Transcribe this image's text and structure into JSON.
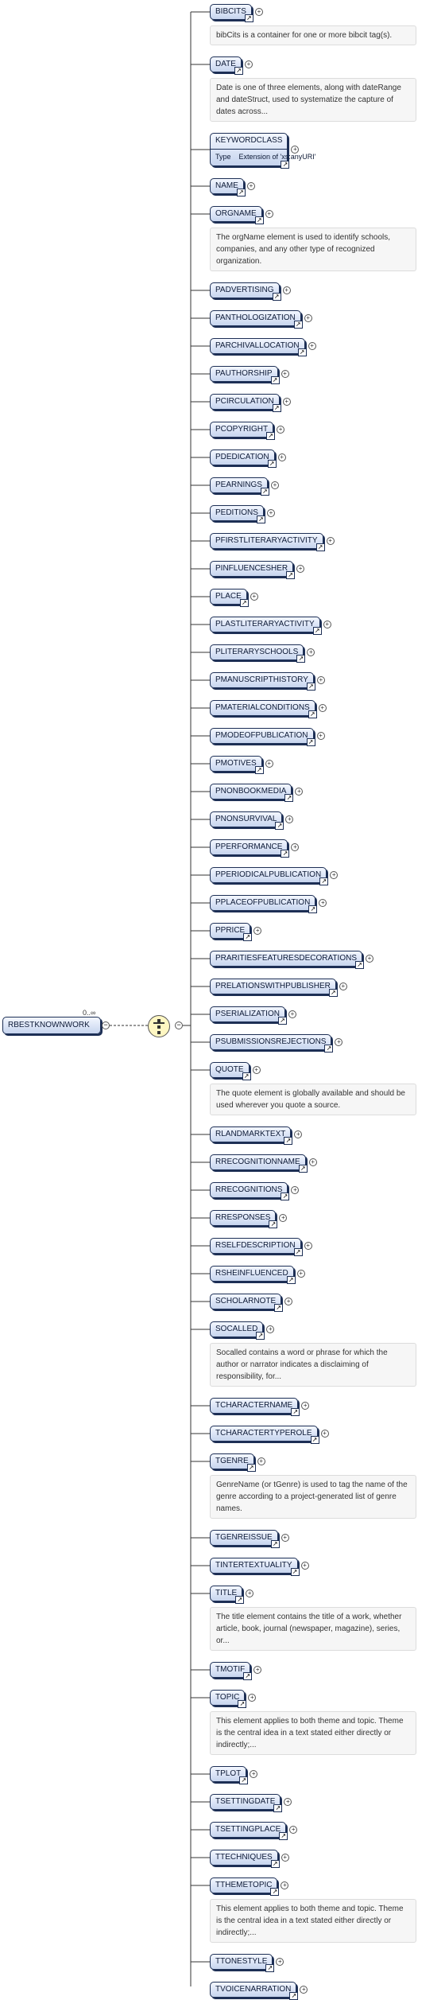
{
  "root": {
    "label": "RBESTKNOWNWORK",
    "cardinality": "0..∞"
  },
  "elements": [
    {
      "name": "BIBCITS",
      "doc": "bibCits is a container for one or more bibcit tag(s)."
    },
    {
      "name": "DATE",
      "doc": "Date is one of three elements, along with dateRange and dateStruct, used to systematize the capture of dates across..."
    },
    {
      "name": "KEYWORDCLASS",
      "type_label": "Type",
      "type_value": "Extension of 'xs:anyURI'"
    },
    {
      "name": "NAME"
    },
    {
      "name": "ORGNAME",
      "doc": "The orgName element is used to identify schools, companies, and any other type of recognized organization."
    },
    {
      "name": "PADVERTISING"
    },
    {
      "name": "PANTHOLOGIZATION"
    },
    {
      "name": "PARCHIVALLOCATION"
    },
    {
      "name": "PAUTHORSHIP"
    },
    {
      "name": "PCIRCULATION"
    },
    {
      "name": "PCOPYRIGHT"
    },
    {
      "name": "PDEDICATION"
    },
    {
      "name": "PEARNINGS"
    },
    {
      "name": "PEDITIONS"
    },
    {
      "name": "PFIRSTLITERARYACTIVITY"
    },
    {
      "name": "PINFLUENCESHER"
    },
    {
      "name": "PLACE"
    },
    {
      "name": "PLASTLITERARYACTIVITY"
    },
    {
      "name": "PLITERARYSCHOOLS"
    },
    {
      "name": "PMANUSCRIPTHISTORY"
    },
    {
      "name": "PMATERIALCONDITIONS"
    },
    {
      "name": "PMODEOFPUBLICATION"
    },
    {
      "name": "PMOTIVES"
    },
    {
      "name": "PNONBOOKMEDIA"
    },
    {
      "name": "PNONSURVIVAL"
    },
    {
      "name": "PPERFORMANCE"
    },
    {
      "name": "PPERIODICALPUBLICATION"
    },
    {
      "name": "PPLACEOFPUBLICATION"
    },
    {
      "name": "PPRICE"
    },
    {
      "name": "PRARITIESFEATURESDECORATIONS"
    },
    {
      "name": "PRELATIONSWITHPUBLISHER"
    },
    {
      "name": "PSERIALIZATION"
    },
    {
      "name": "PSUBMISSIONSREJECTIONS"
    },
    {
      "name": "QUOTE",
      "doc": "The quote element is globally available and should be used wherever you quote a source."
    },
    {
      "name": "RLANDMARKTEXT"
    },
    {
      "name": "RRECOGNITIONNAME"
    },
    {
      "name": "RRECOGNITIONS"
    },
    {
      "name": "RRESPONSES"
    },
    {
      "name": "RSELFDESCRIPTION"
    },
    {
      "name": "RSHEINFLUENCED"
    },
    {
      "name": "SCHOLARNOTE"
    },
    {
      "name": "SOCALLED",
      "doc": "Socalled contains a word or phrase for which the author or narrator indicates a disclaiming of responsibility, for..."
    },
    {
      "name": "TCHARACTERNAME"
    },
    {
      "name": "TCHARACTERTYPEROLE"
    },
    {
      "name": "TGENRE",
      "doc": "GenreName (or tGenre) is used to tag the name of the genre according to a project-generated list of genre names."
    },
    {
      "name": "TGENREISSUE"
    },
    {
      "name": "TINTERTEXTUALITY"
    },
    {
      "name": "TITLE",
      "doc": "The title element contains the title of a work, whether article, book, journal (newspaper, magazine), series, or..."
    },
    {
      "name": "TMOTIF"
    },
    {
      "name": "TOPIC",
      "doc": "This element applies to both theme and topic. Theme is the central idea in a text stated either directly or indirectly;..."
    },
    {
      "name": "TPLOT"
    },
    {
      "name": "TSETTINGDATE"
    },
    {
      "name": "TSETTINGPLACE"
    },
    {
      "name": "TTECHNIQUES"
    },
    {
      "name": "TTHEMETOPIC",
      "doc": "This element applies to both theme and topic. Theme is the central idea in a text stated either directly or indirectly;..."
    },
    {
      "name": "TTONESTYLE"
    },
    {
      "name": "TVOICENARRATION"
    }
  ]
}
